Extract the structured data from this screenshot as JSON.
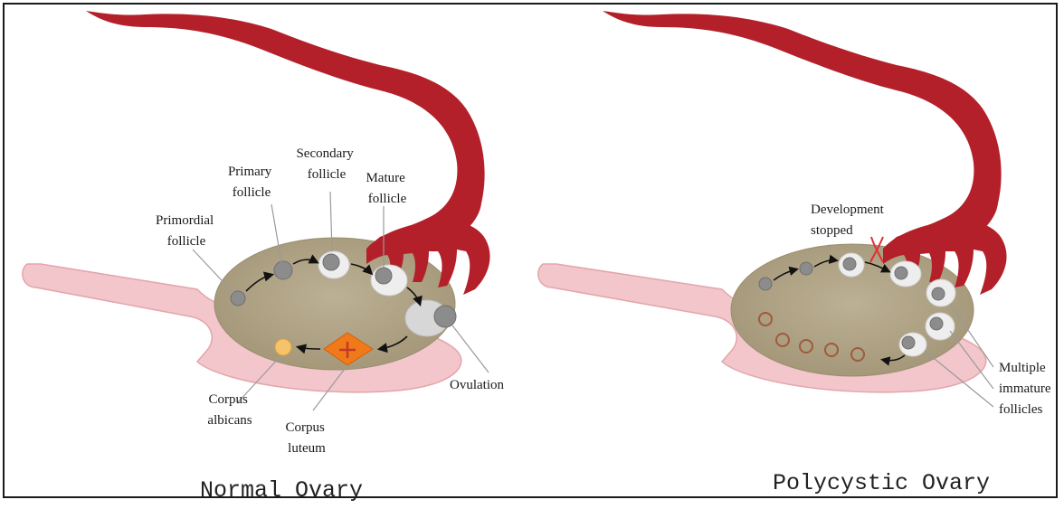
{
  "normal": {
    "caption": "Normal Ovary",
    "labels": {
      "primordial": [
        "Primordial",
        "follicle"
      ],
      "primary": [
        "Primary",
        "follicle"
      ],
      "secondary": [
        "Secondary",
        "follicle"
      ],
      "mature": [
        "Mature",
        "follicle"
      ],
      "ovulation": [
        "Ovulation"
      ],
      "corpus_albicans": [
        "Corpus",
        "albicans"
      ],
      "corpus_luteum": [
        "Corpus",
        "luteum"
      ]
    }
  },
  "polycystic": {
    "caption": "Polycystic Ovary",
    "labels": {
      "development_stopped": [
        "Development",
        "stopped"
      ],
      "multiple_immature": [
        "Multiple",
        "immature",
        "follicles"
      ]
    }
  },
  "colors": {
    "tube": "#b3202a",
    "ovary": "#b2a68a",
    "ligament": "#f0c3c6",
    "follicle_core": "#8c8c8c",
    "corpus_luteum": "#f07a1a",
    "corpus_albicans": "#f5c46a",
    "stop_mark": "#e03030",
    "cyst": "#a05a3c"
  }
}
